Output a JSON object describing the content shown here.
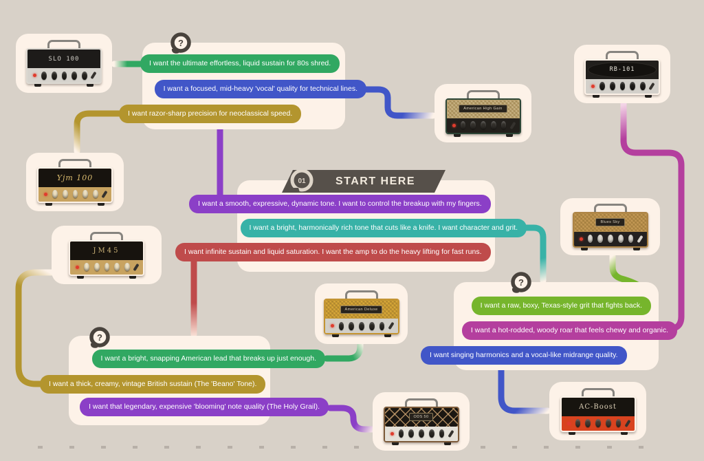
{
  "palette": {
    "bg": "#d8d1c8",
    "card": "#fdf2e8",
    "green": "#31a862",
    "blue": "#4156c8",
    "olive": "#b3952e",
    "purple": "#8b3fc7",
    "teal": "#38b2a7",
    "red": "#bf4b4b",
    "lime": "#76b52c",
    "magenta": "#b43f9e",
    "banner": "#56504a",
    "cream_text": "#f2eade"
  },
  "start": {
    "badge": "01",
    "label": "START HERE"
  },
  "icons": {
    "question_glyph": "?"
  },
  "amps": {
    "slo100": "SLO 100",
    "yjm100": "Yjm 100",
    "jm45": "JM45",
    "rb101": "RB-101",
    "american_high_gain": "American High Gain",
    "american_deluxe": "American Deluxe",
    "blues_sky": "Blues Sky",
    "ods50": "ODS 50",
    "ac_boost": "AC-Boost"
  },
  "bubbles": {
    "q_top": {
      "green": "I want the ultimate effortless, liquid sustain for 80s shred.",
      "blue": "I want a focused, mid-heavy 'vocal' quality for technical lines.",
      "olive": "I want razor-sharp precision for neoclassical speed."
    },
    "start_options": {
      "purple": "I want a smooth, expressive, dynamic tone. I want to control the breakup with my fingers.",
      "teal": "I want a bright, harmonically rich tone that cuts like a knife. I want character and grit.",
      "red": "I want infinite sustain and liquid saturation. I want the amp to do the heavy lifting for fast runs."
    },
    "q_right": {
      "lime": "I want a raw, boxy, Texas-style grit that fights back.",
      "magenta": "I want a hot-rodded, woody roar that feels chewy and organic.",
      "blue": "I want singing harmonics and a vocal-like midrange quality."
    },
    "q_bottom": {
      "green": "I want a bright, snapping American lead that breaks up just enough.",
      "olive": "I want a thick, creamy, vintage British sustain (The 'Beano' Tone).",
      "purple": "I want that legendary, expensive 'blooming' note quality (The Holy Grail)."
    }
  }
}
